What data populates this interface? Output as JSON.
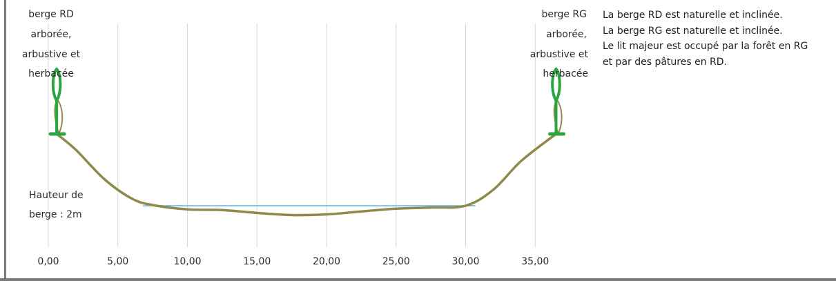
{
  "chart_data": {
    "type": "line",
    "title": "",
    "xlabel": "",
    "ylabel": "",
    "xlim": [
      -1.5,
      38
    ],
    "x_ticks": [
      0,
      5,
      10,
      15,
      20,
      25,
      30,
      35
    ],
    "x_tick_labels": [
      "0,00",
      "5,00",
      "10,00",
      "15,00",
      "20,00",
      "25,00",
      "30,00",
      "35,00"
    ],
    "grid": {
      "vertical": true,
      "horizontal": false
    },
    "legend": "none",
    "series": [
      {
        "role": "bank-profile",
        "color": "#8f8a4a",
        "x": [
          0.6,
          2,
          4,
          6,
          7.5,
          10,
          12.5,
          15,
          17.5,
          20,
          22.5,
          25,
          27.5,
          30,
          32,
          34,
          36.5
        ],
        "y": [
          2.0,
          1.55,
          0.75,
          0.2,
          0.02,
          -0.1,
          -0.12,
          -0.2,
          -0.26,
          -0.24,
          -0.16,
          -0.08,
          -0.05,
          0.0,
          0.45,
          1.25,
          2.0
        ]
      },
      {
        "role": "water-level",
        "color": "#5fb3e8",
        "x": [
          6.8,
          30.7
        ],
        "y": [
          0.0,
          0.0
        ]
      }
    ],
    "annotations": {
      "bank_rd_lines": [
        "berge RD",
        "arborée,",
        "arbustive et",
        "herbacée"
      ],
      "bank_rg_lines": [
        "berge RG",
        "arborée,",
        "arbustive et",
        "herbacée"
      ],
      "height_lines": [
        "Hauteur de",
        "berge : 2m"
      ]
    },
    "tree_icon_color": "#2aa640"
  },
  "description": [
    "La berge RD est naturelle et inclinée.",
    "La berge RG est naturelle et inclinée.",
    "Le lit majeur est occupé par la forêt en RG et par des pâtures en RD."
  ]
}
